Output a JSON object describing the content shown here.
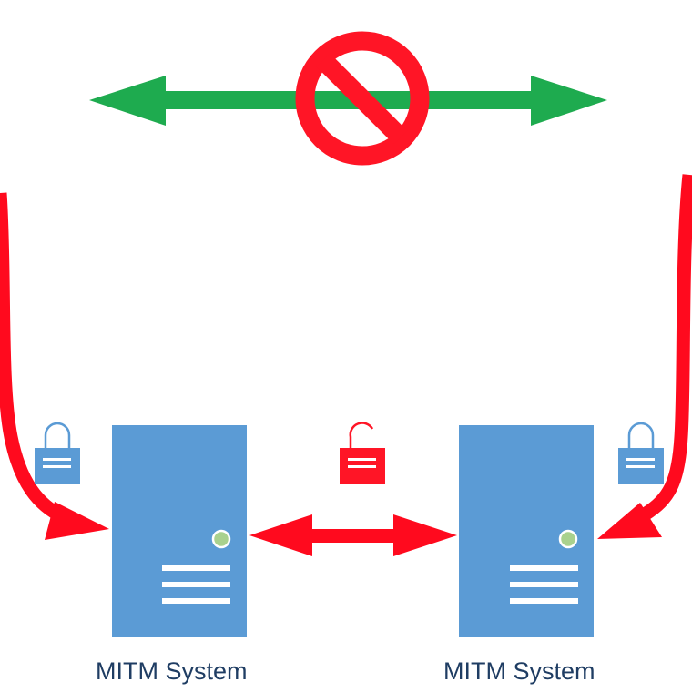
{
  "diagram": {
    "title": "Man-in-the-middle interception",
    "colors": {
      "server": "#5b9bd5",
      "server_led": "#a9d18e",
      "red_arrow": "#ff0a1e",
      "green_arrow": "#1eab4f",
      "prohibited": "#ff1526",
      "lock_locked": "#5b9bd5",
      "lock_unlocked": "#ff1526",
      "label_text": "#1f3d63"
    },
    "nodes": [
      {
        "id": "mitm-left",
        "label": "MITM System",
        "icon": "server-icon"
      },
      {
        "id": "mitm-right",
        "label": "MITM System",
        "icon": "server-icon"
      }
    ],
    "edges": [
      {
        "id": "direct",
        "kind": "bidirectional",
        "color": "green",
        "status": "blocked",
        "icon": "prohibited-icon"
      },
      {
        "id": "left-intercept",
        "kind": "curved",
        "color": "red",
        "to": "mitm-left",
        "lock": "locked"
      },
      {
        "id": "between-mitm",
        "kind": "bidirectional",
        "color": "red",
        "lock": "unlocked"
      },
      {
        "id": "right-intercept",
        "kind": "curved",
        "color": "red",
        "to": "mitm-right",
        "lock": "locked"
      }
    ]
  }
}
